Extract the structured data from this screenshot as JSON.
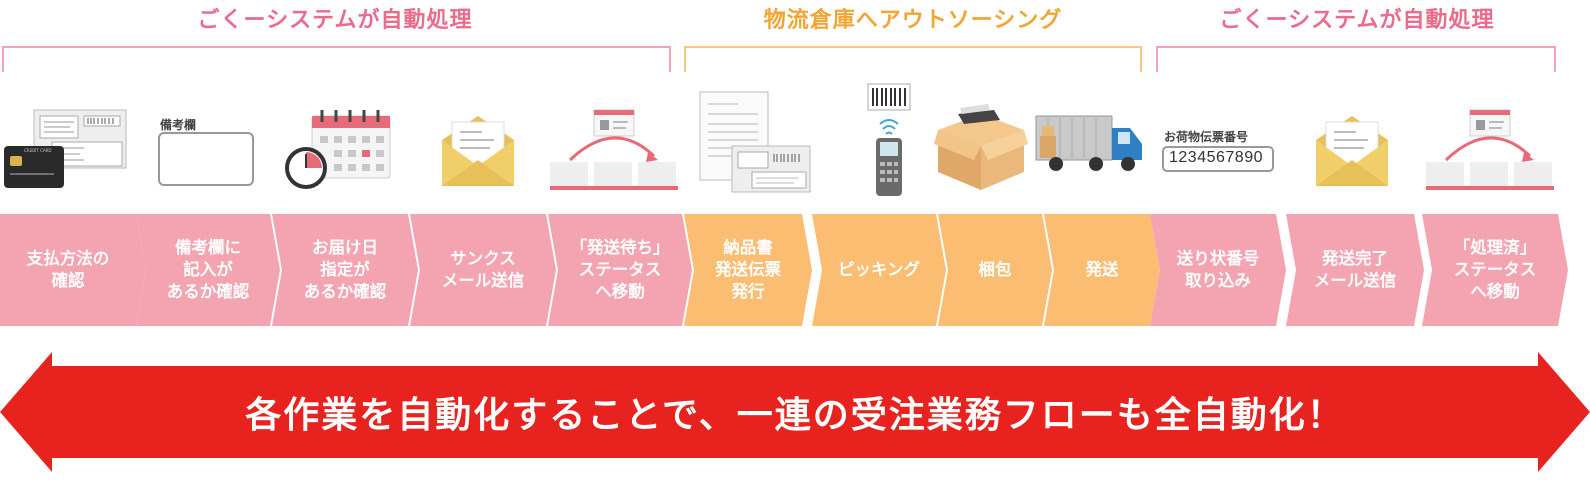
{
  "sections": [
    {
      "title": "ごくーシステムが自動処理",
      "color": "#ec6a8a"
    },
    {
      "title": "物流倉庫へアウトソーシング",
      "color": "#f2a533"
    },
    {
      "title": "ごくーシステムが自動処理",
      "color": "#ec6a8a"
    }
  ],
  "colors": {
    "pink": "#f4a3b1",
    "orange": "#fbbd72",
    "red": "#e8231f",
    "bracket_pink": "#f2a2b0",
    "bracket_orange": "#f6c882"
  },
  "icons": {
    "credit_card_caption": "CREDIT CARD",
    "remarks_label": "備考欄",
    "tracking_label": "お荷物伝票番号",
    "tracking_number": "1234567890"
  },
  "steps": [
    {
      "label": "支払方法の\n確認",
      "group": "pink"
    },
    {
      "label": "備考欄に\n記入が\nあるか確認",
      "group": "pink"
    },
    {
      "label": "お届け日\n指定が\nあるか確認",
      "group": "pink"
    },
    {
      "label": "サンクス\nメール送信",
      "group": "pink"
    },
    {
      "label": "「発送待ち」\nステータス\nへ移動",
      "group": "pink"
    },
    {
      "label": "納品書\n発送伝票\n発行",
      "group": "orange"
    },
    {
      "label": "ピッキング",
      "group": "orange"
    },
    {
      "label": "梱包",
      "group": "orange"
    },
    {
      "label": "発送",
      "group": "orange"
    },
    {
      "label": "送り状番号\n取り込み",
      "group": "pink"
    },
    {
      "label": "発送完了\nメール送信",
      "group": "pink"
    },
    {
      "label": "「処理済」\nステータス\nへ移動",
      "group": "pink"
    }
  ],
  "banner": {
    "text": "各作業を自動化することで、一連の受注業務フローも全自動化！"
  }
}
